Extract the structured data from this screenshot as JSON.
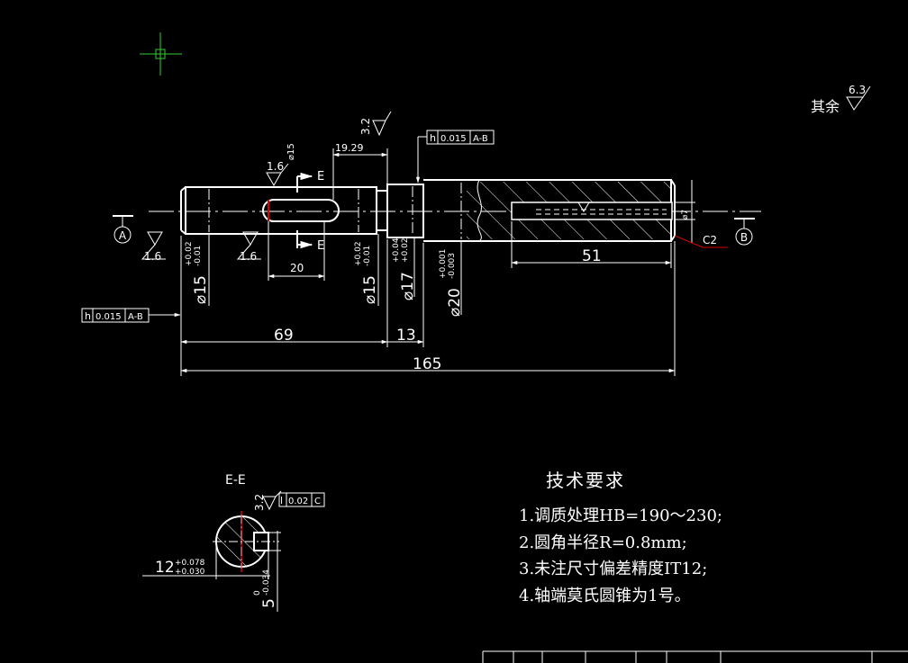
{
  "drawing": {
    "surface_note": {
      "label": "其余",
      "value": "6.3"
    },
    "datum_a": "A",
    "datum_b": "B",
    "section_mark": "E",
    "roughness_left": "1.6",
    "roughness_mid": "1.6",
    "roughness_keyway": "1.6",
    "roughness_shoulder": "3.2",
    "roughness_section": "3.2",
    "keyway_depth": "⌀15",
    "dim_19_29": "19.29",
    "dim_20": "20",
    "dim_69": "69",
    "dim_13": "13",
    "dim_165": "165",
    "dim_51": "51",
    "dim_d7": "⌀7",
    "chamfer": "C2",
    "dia1": {
      "base": "⌀15",
      "upper": "+0.02",
      "lower": "-0.01"
    },
    "dia2": {
      "base": "⌀15",
      "upper": "+0.02",
      "lower": "-0.01"
    },
    "dia3": {
      "base": "⌀17",
      "upper": "+0.04",
      "lower": "+0.02"
    },
    "dia4": {
      "base": "⌀20",
      "upper": "+0.001",
      "lower": "-0.003"
    },
    "fcf_top": {
      "symbol": "h",
      "tol": "0.015",
      "datum": "A-B"
    },
    "fcf_left": {
      "symbol": "h",
      "tol": "0.015",
      "datum": "A-B"
    },
    "fcf_section": {
      "symbol": "l",
      "tol": "0.02",
      "datum": "C"
    },
    "section_title": "E-E",
    "section_dim12": {
      "base": "12",
      "upper": "+0.078",
      "lower": "+0.030"
    },
    "section_dim5": {
      "base": "5",
      "upper": "0",
      "lower": "-0.034"
    }
  },
  "notes": {
    "title": "技术要求",
    "lines": [
      "1.调质处理HB=190～230;",
      "2.圆角半径R=0.8mm;",
      "3.未注尺寸偏差精度IT12;",
      "4.轴端莫氏圆锥为1号。"
    ]
  }
}
